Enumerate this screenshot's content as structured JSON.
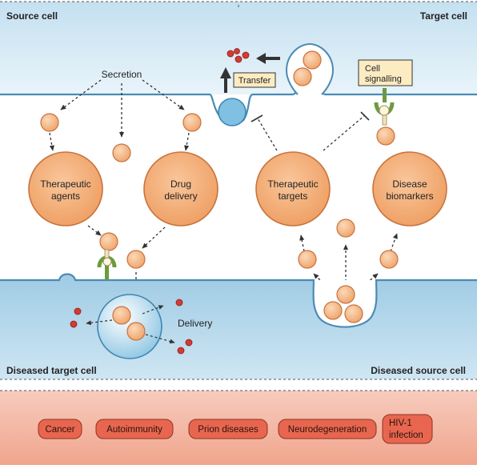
{
  "labels": {
    "source_cell": "Source cell",
    "target_cell": "Target cell",
    "secretion": "Secretion",
    "transfer": "Transfer",
    "cell_signalling_line1": "Cell",
    "cell_signalling_line2": "signalling",
    "therapeutic_agents_line1": "Therapeutic",
    "therapeutic_agents_line2": "agents",
    "drug_delivery_line1": "Drug",
    "drug_delivery_line2": "delivery",
    "therapeutic_targets_line1": "Therapeutic",
    "therapeutic_targets_line2": "targets",
    "disease_biomarkers_line1": "Disease",
    "disease_biomarkers_line2": "biomarkers",
    "delivery": "Delivery",
    "diseased_target_cell": "Diseased target cell",
    "diseased_source_cell": "Diseased source cell"
  },
  "diseases": [
    "Cancer",
    "Autoimmunity",
    "Prion diseases",
    "Neurodegeneration"
  ],
  "disease_hiv_line1": "HIV-1",
  "disease_hiv_line2": "infection",
  "colors": {
    "cell_blue": "#d5e9f4",
    "vesicle_orange": "#f5b27f",
    "vesicle_stroke": "#c8733f",
    "particle_red": "#d33b33",
    "label_box": "#fdebc2",
    "disease_pill": "#e8664f",
    "disease_band": "#f4b4a0"
  }
}
